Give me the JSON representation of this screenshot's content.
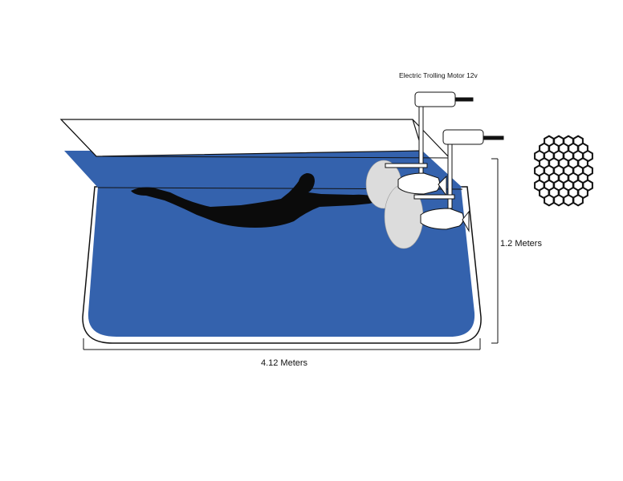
{
  "labels": {
    "motor": "Electric Trolling Motor 12v",
    "depth": "1.2 Meters",
    "length": "4.12 Meters"
  },
  "colors": {
    "water": "#3462ad",
    "pool_wall": "#ffffff",
    "outline": "#111111",
    "swimmer": "#0b0b0b",
    "motor_body": "#ffffff"
  },
  "icons": {
    "swimmer": "swimmer-silhouette",
    "motor": "trolling-motor-icon",
    "hex_grid": "hexagon-grid-icon"
  }
}
